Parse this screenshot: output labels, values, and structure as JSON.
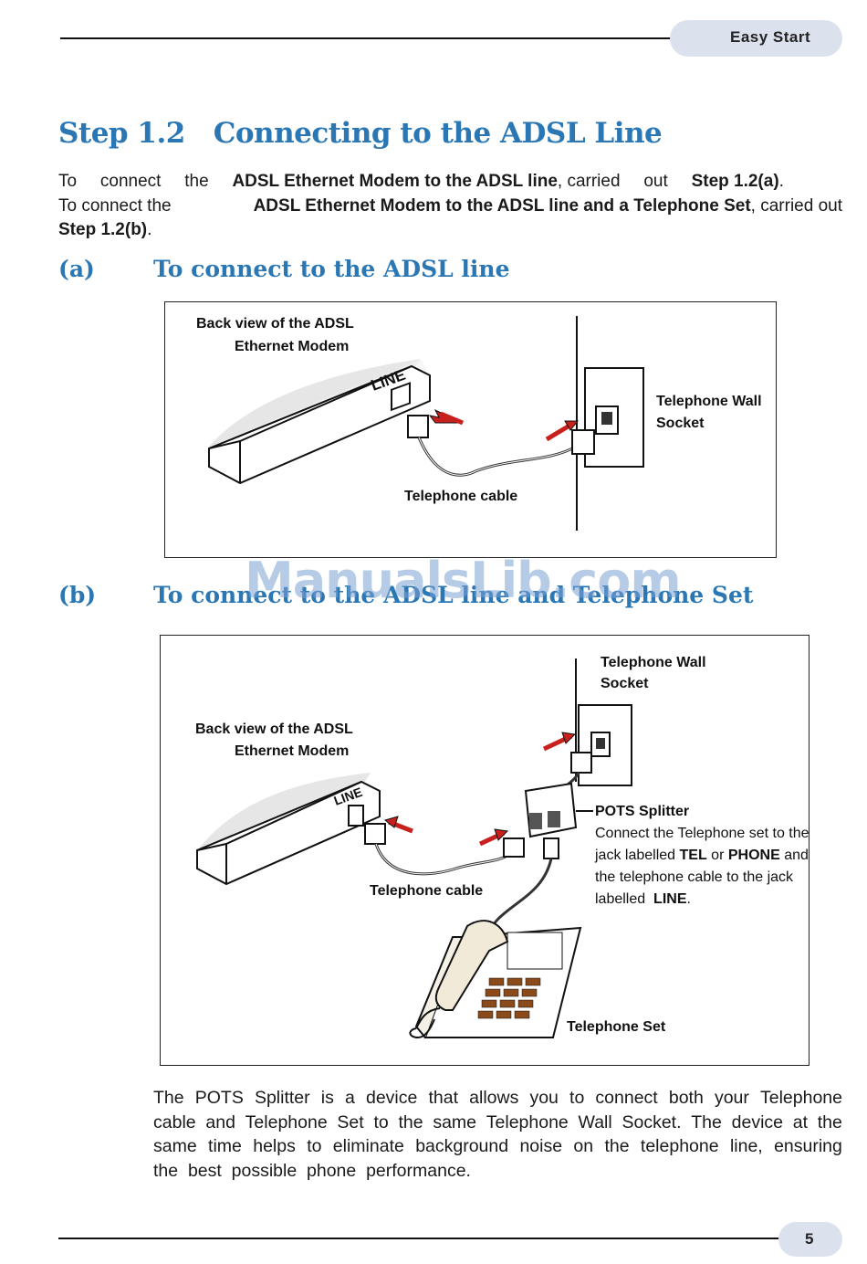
{
  "header": {
    "tab_label": "Easy Start"
  },
  "heading": "Step 1.2   Connecting to the ADSL Line",
  "intro": {
    "line1": [
      "To",
      "connect",
      "the",
      "ADSL Ethernet Modem to the ADSL line",
      ", carried",
      "out",
      "Step 1.2(a)",
      "."
    ],
    "line2": [
      "To connect the",
      "ADSL Ethernet Modem to the ADSL line and a Telephone Set",
      ", carried out"
    ],
    "line3_bold": "Step 1.2(b)",
    "line3_rest": "."
  },
  "section_a": {
    "letter": "(a)",
    "title": "To connect to the ADSL line"
  },
  "figure_a": {
    "modem_label_1": "Back view of the ADSL",
    "modem_label_2": "Ethernet Modem",
    "port_label": "LINE",
    "socket_label_1": "Telephone Wall",
    "socket_label_2": "Socket",
    "cable_label": "Telephone cable"
  },
  "watermark": "ManualsLib.com",
  "section_b": {
    "letter": "(b)",
    "title": "To connect to the ADSL line and Telephone Set"
  },
  "figure_b": {
    "socket_label_1": "Telephone Wall",
    "socket_label_2": "Socket",
    "modem_label_1": "Back view of the ADSL",
    "modem_label_2": "Ethernet Modem",
    "port_label": "LINE",
    "splitter_title": "POTS Splitter",
    "splitter_note_1": "Connect the Telephone set to the",
    "splitter_note_2a": "jack labelled ",
    "splitter_note_2b": "TEL",
    "splitter_note_2c": " or ",
    "splitter_note_2d": "PHONE",
    "splitter_note_2e": " and",
    "splitter_note_3": "the telephone cable to the jack",
    "splitter_note_4a": "labelled  ",
    "splitter_note_4b": "LINE",
    "splitter_note_4c": ".",
    "cable_label": "Telephone cable",
    "phone_label": "Telephone Set"
  },
  "closing": {
    "line1": [
      "The",
      "POTS",
      "Splitter",
      "is",
      "a",
      "device",
      "that",
      "allows",
      "you",
      "to",
      "connect",
      "both",
      "your",
      "Telephone"
    ],
    "line2": [
      "cable",
      "and",
      "Telephone",
      "Set",
      "to",
      "the",
      "same",
      "Telephone",
      "Wall",
      "Socket.",
      "The",
      "device",
      "at",
      "the"
    ],
    "line3": [
      "same",
      "time",
      "helps",
      "to",
      "eliminate",
      "background",
      "noise",
      "on",
      "the",
      "telephone",
      "line,",
      "ensuring"
    ],
    "line4": "the  best  possible  phone  performance."
  },
  "footer": {
    "page_number": "5"
  },
  "colors": {
    "heading_blue": "#2a77b4",
    "tab_fill": "#dbe2ee",
    "arrow_red": "#c8201c"
  }
}
